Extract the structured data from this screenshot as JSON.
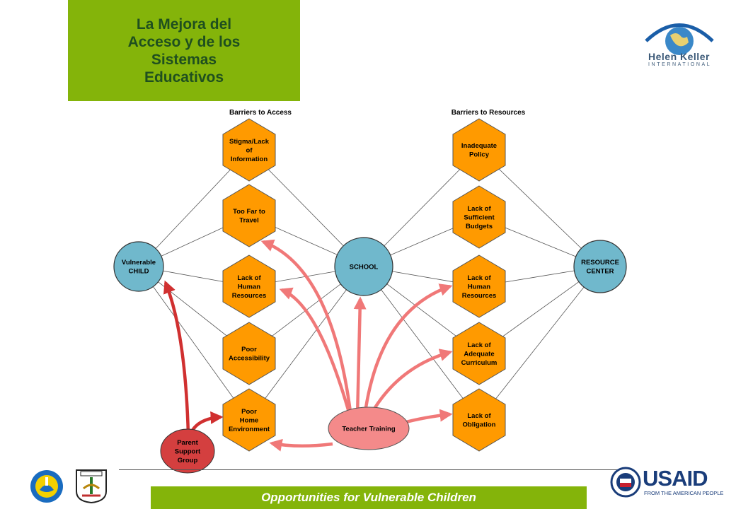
{
  "title": "La Mejora del\nAcceso y de los\nSistemas\nEducativos",
  "logo": {
    "name": "Helen Keller",
    "subtitle": "INTERNATIONAL"
  },
  "headings": {
    "access": "Barriers to Access",
    "resources": "Barriers to Resources"
  },
  "circles": {
    "child": [
      "Vulnerable",
      "CHILD"
    ],
    "school": [
      "SCHOOL"
    ],
    "resource": [
      "RESOURCE",
      "CENTER"
    ]
  },
  "access_barriers": [
    [
      "Stigma/Lack",
      "of",
      "Information"
    ],
    [
      "Too Far to",
      "Travel"
    ],
    [
      "Lack of",
      "Human",
      "Resources"
    ],
    [
      "Poor",
      "Accessibility"
    ],
    [
      "Poor",
      "Home",
      "Environment"
    ]
  ],
  "resource_barriers": [
    [
      "Inadequate",
      "Policy"
    ],
    [
      "Lack of",
      "Sufficient",
      "Budgets"
    ],
    [
      "Lack of",
      "Human",
      "Resources"
    ],
    [
      "Lack of",
      "Adequate",
      "Curriculum"
    ],
    [
      "Lack of",
      "Obligation"
    ]
  ],
  "interventions": {
    "teacher": [
      "Teacher Training"
    ],
    "parent": [
      "Parent",
      "Support",
      "Group"
    ]
  },
  "footer": "Opportunities for Vulnerable Children",
  "usaid": {
    "name": "USAID",
    "tagline": "FROM THE AMERICAN PEOPLE"
  },
  "colors": {
    "green": "#84b40a",
    "hex_orange": "#ff9a00",
    "circle_blue": "#70b8cc",
    "teacher_pink": "#f48a8a",
    "parent_red": "#d43f3f",
    "arrow_pink": "#f07878",
    "arrow_red": "#d03030"
  }
}
